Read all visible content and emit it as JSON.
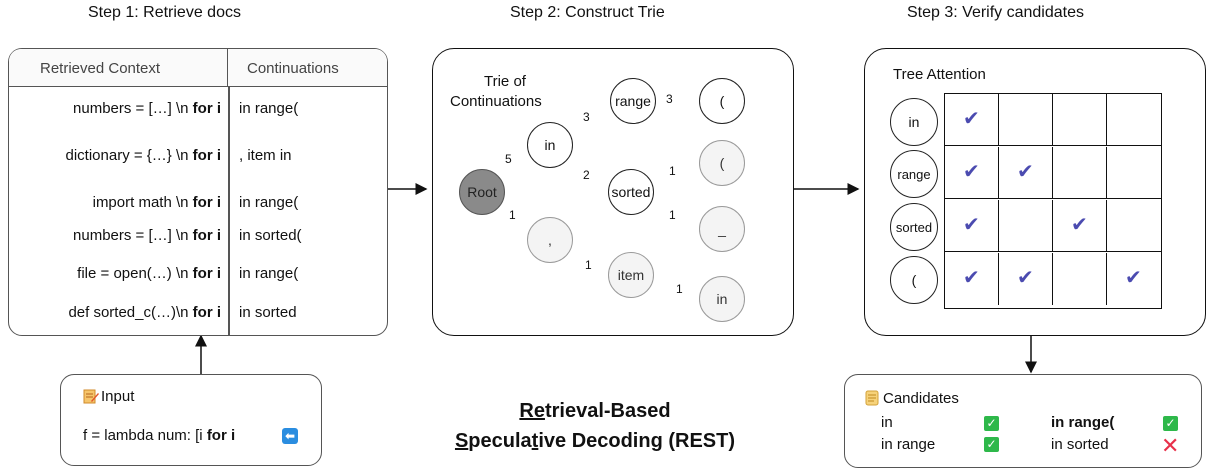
{
  "steps": {
    "step1": "Step 1: Retrieve docs",
    "step2": "Step 2: Construct Trie",
    "step3": "Step 3: Verify candidates"
  },
  "table": {
    "header_context": "Retrieved Context",
    "header_continuations": "Continuations",
    "rows": [
      {
        "context": "numbers = […] \\n ",
        "bold": "for i",
        "continuation": "in range("
      },
      {
        "context": "dictionary = {…} \\n ",
        "bold": "for i",
        "continuation": ", item in"
      },
      {
        "context": "import math \\n ",
        "bold": "for i",
        "continuation": "in range("
      },
      {
        "context": "numbers = […] \\n ",
        "bold": "for i",
        "continuation": "in sorted("
      },
      {
        "context": "file = open(…) \\n ",
        "bold": "for i",
        "continuation": "in range("
      },
      {
        "context": "def sorted_c(…)\\n ",
        "bold": "for i",
        "continuation": "in sorted"
      }
    ]
  },
  "input": {
    "title": "Input",
    "text": "f = lambda num: [i ",
    "bold": "for i",
    "icon": "return-arrow-icon"
  },
  "trie": {
    "title_line1": "Trie of",
    "title_line2": "Continuations",
    "nodes": {
      "root": "Root",
      "in": "in",
      "range": "range",
      "paren1": "(",
      "sorted": "sorted",
      "paren2": "(",
      "underscore": "_",
      "comma": ",",
      "item": "item",
      "in2": "in"
    },
    "edges": {
      "root_in": "5",
      "in_range": "3",
      "range_paren": "3",
      "in_sorted": "2",
      "sorted_paren": "1",
      "sorted_underscore": "1",
      "root_comma": "1",
      "comma_item": "1",
      "item_in": "1"
    }
  },
  "attention": {
    "title": "Tree Attention",
    "row_tokens": [
      "in",
      "range",
      "sorted",
      "("
    ],
    "mask": [
      [
        1,
        0,
        0,
        0
      ],
      [
        1,
        1,
        0,
        0
      ],
      [
        1,
        0,
        1,
        0
      ],
      [
        1,
        1,
        0,
        1
      ]
    ],
    "check_color": "#4b4bb0"
  },
  "candidates": {
    "title": "Candidates",
    "items": [
      {
        "text": "in",
        "valid": true,
        "bold": false
      },
      {
        "text": "in range(",
        "valid": true,
        "bold": true
      },
      {
        "text": "in range",
        "valid": true,
        "bold": false
      },
      {
        "text": "in sorted",
        "valid": false,
        "bold": false
      }
    ],
    "ok_color": "#2eb84a",
    "fail_color": "#e8304a"
  },
  "method": {
    "line1_u": "Re",
    "line1_rest": "trieval-Based",
    "line2_u1": "S",
    "line2_mid": "pecula",
    "line2_u2": "t",
    "line2_rest": "ive Decoding (REST)"
  }
}
